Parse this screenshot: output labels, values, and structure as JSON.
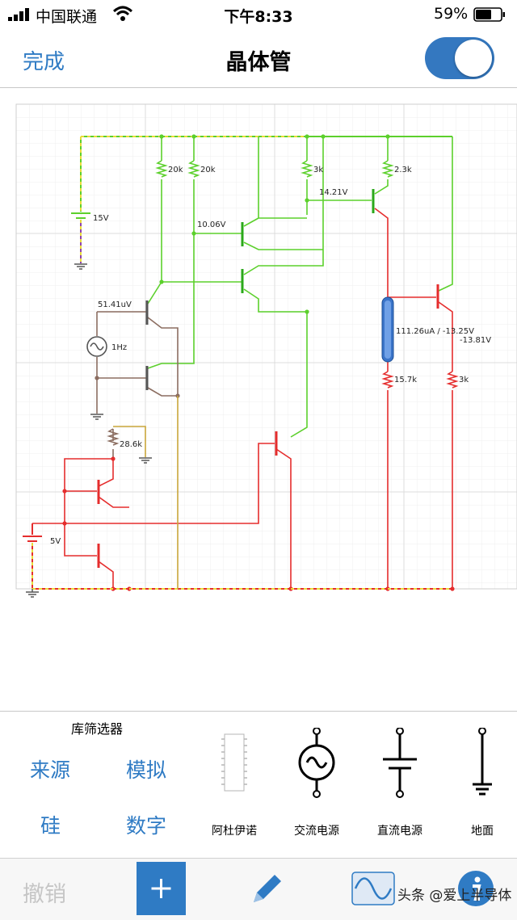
{
  "status": {
    "carrier": "中国联通",
    "time": "下午8:33",
    "battery": "59%"
  },
  "nav": {
    "done_label": "完成",
    "title": "晶体管"
  },
  "circuit_labels": {
    "v15": "15V",
    "r20k_a": "20k",
    "r20k_b": "20k",
    "r3k_top": "3k",
    "r2_3k": "2.3k",
    "v14_21": "14.21V",
    "v10_06": "10.06V",
    "uv51_41": "51.41uV",
    "hz1": "1Hz",
    "r28_6k": "28.6k",
    "v5": "5V",
    "probe": "111.26uA / -13.25V",
    "v13_81": "-13.81V",
    "r15_7k": "15.7k",
    "r3k_right": "3k"
  },
  "library": {
    "title": "库筛选器",
    "filters": [
      "来源",
      "模拟",
      "硅",
      "数字"
    ],
    "components": [
      "阿杜伊诺",
      "交流电源",
      "直流电源",
      "地面"
    ]
  },
  "toolbar": {
    "undo_label": "撤销",
    "watermark": "头条 @爱上半导体"
  },
  "colors": {
    "accent": "#2f7bc4",
    "wire_green": "#5cd02c",
    "wire_red": "#e52d2d",
    "wire_brown": "#8b6d60"
  }
}
